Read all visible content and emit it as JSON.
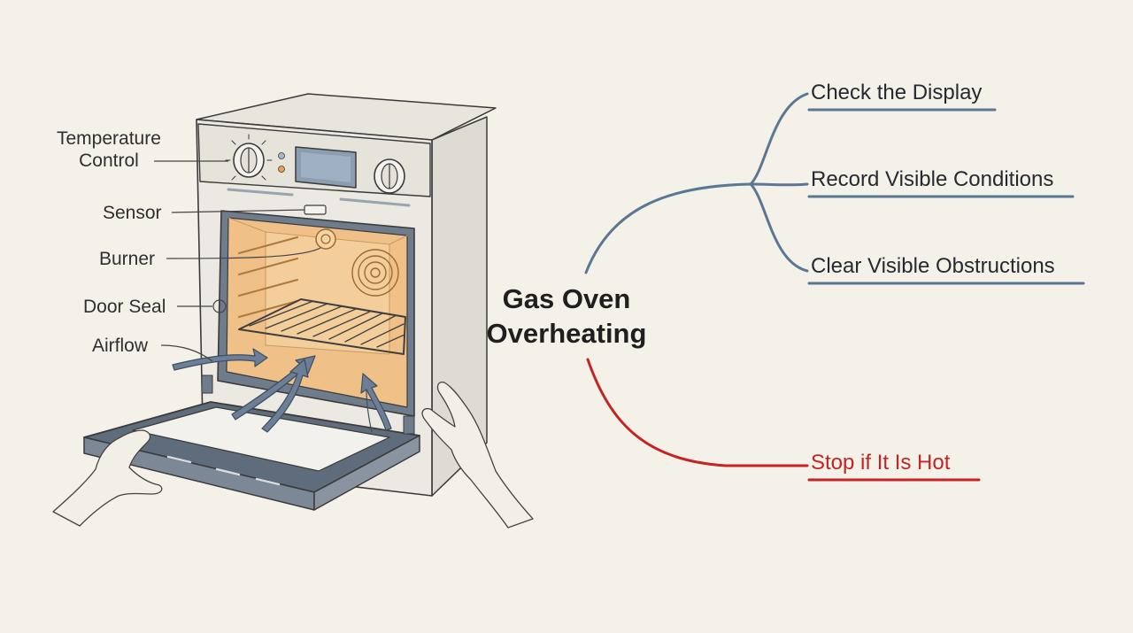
{
  "title": "Gas Oven Overheating",
  "title_lines": [
    "Gas Oven",
    "Overheating"
  ],
  "oven_labels": {
    "temperature_control": [
      "Temperature",
      "Control"
    ],
    "sensor": "Sensor",
    "burner": "Burner",
    "door_seal": "Door Seal",
    "airflow": "Airflow"
  },
  "branches": [
    {
      "label": "Check the Display",
      "color": "#5a7793"
    },
    {
      "label": "Record Visible Conditions",
      "color": "#5a7793"
    },
    {
      "label": "Clear Visible Obstructions",
      "color": "#5a7793"
    },
    {
      "label": "Stop if It Is Hot",
      "color": "#c42424"
    }
  ],
  "colors": {
    "background": "#f3f1e8",
    "oven_interior": "#efc188",
    "oven_body": "#e9e6de",
    "airflow_arrows": "#6c7f96",
    "branch_blue": "#5a7793",
    "warning_red": "#c42424"
  }
}
